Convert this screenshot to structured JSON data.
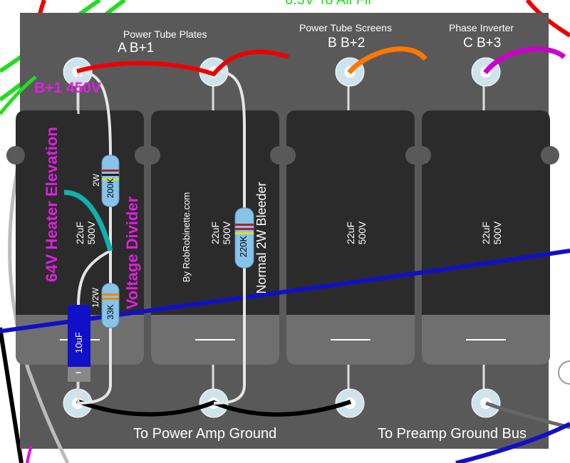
{
  "top_cut_text": "6.3V To All Fil",
  "headers": {
    "plates_title": "Power Tube Plates",
    "plates_node": "A B+1",
    "screens_title": "Power Tube Screens",
    "screens_node": "B B+2",
    "pi_title": "Phase Inverter",
    "pi_node": "C B+3"
  },
  "annotations": {
    "b1_voltage": "B+1 450V",
    "heater_elevation": "64V Heater Elevation",
    "voltage_divider": "Voltage Divider",
    "bleeder": "Normal 2W Bleeder",
    "credit": "By RobRobinette.com"
  },
  "capacitors": [
    {
      "value": "22uF",
      "voltage": "500V"
    },
    {
      "value": "22uF",
      "voltage": "500V"
    },
    {
      "value": "22uF",
      "voltage": "500V"
    },
    {
      "value": "22uF",
      "voltage": "500V"
    }
  ],
  "resistors": {
    "r200k_value": "200K",
    "r200k_power": "2W",
    "r33k_value": "33K",
    "r33k_power": "1/2W",
    "r220k_value": "220K"
  },
  "electrolytic": {
    "value": "10uF",
    "minus": "–"
  },
  "grounds": {
    "power_amp": "To Power Amp Ground",
    "preamp": "To Preamp Ground Bus"
  },
  "colors": {
    "board": "#595959",
    "cap_body": "#2b2b2b",
    "cap_band": "#6f6f6f",
    "red_wire": "#ee0000",
    "orange_wire": "#ff7700",
    "magenta_wire": "#cc00cc",
    "green_wire": "#22dd22",
    "blue_wire": "#1010c8",
    "teal_wire": "#10b0b0",
    "black_wire": "#000000",
    "gray_wire": "#bbbbbb",
    "resistor": "#88c4ea",
    "annotation": "#e020e0"
  }
}
